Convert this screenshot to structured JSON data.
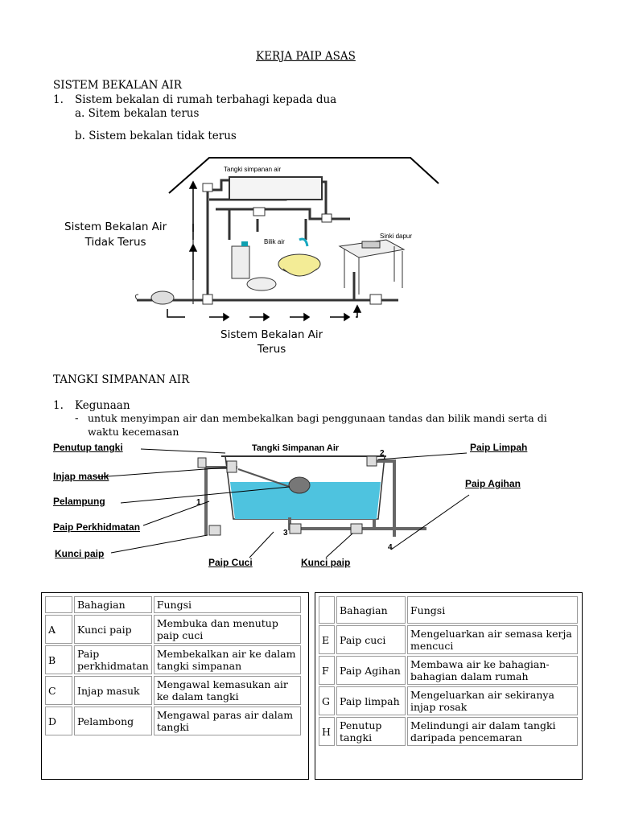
{
  "title": "KERJA PAIP ASAS",
  "section1": {
    "heading": "SISTEM BEKALAN AIR",
    "item1_num": "1.",
    "item1": "Sistem bekalan di rumah terbahagi kepada dua",
    "a": "a.  Sitem bekalan terus",
    "b": "b.  Sistem bekalan tidak terus"
  },
  "diagram1": {
    "tank_label": "Tangki simpanan air",
    "bathroom_label": "Bilik air",
    "sink_label": "Sinki dapur",
    "indirect_line1": "Sistem Bekalan Air",
    "indirect_line2": "Tidak Terus",
    "direct_line1": "Sistem Bekalan Air",
    "direct_line2": "Terus"
  },
  "section2": {
    "heading": "TANGKI SIMPANAN AIR",
    "item1_num": "1.",
    "item1": "Kegunaan",
    "dash": "-",
    "desc_line1": "untuk menyimpan air dan membekalkan bagi penggunaan tandas dan bilik mandi serta di",
    "desc_line2": "waktu kecemasan"
  },
  "diagram2": {
    "title": "Tangki Simpanan Air",
    "penutup": "Penutup tangki",
    "injap": "Injap masuk",
    "pelampung": "Pelampung",
    "perkhidmatan": "Paip Perkhidmatan",
    "kunci_left": "Kunci paip",
    "cuci": "Paip Cuci",
    "kunci_bottom": "Kunci paip",
    "limpah": "Paip Limpah",
    "agihan": "Paip Agihan",
    "n1": "1",
    "n2": "2",
    "n3": "3",
    "n4": "4"
  },
  "table_left": {
    "header": [
      "",
      "Bahagian",
      "Fungsi"
    ],
    "rows": [
      [
        "A",
        "Kunci paip",
        "Membuka dan menutup paip cuci"
      ],
      [
        "B",
        "Paip perkhidmatan",
        "Membekalkan air ke dalam tangki simpanan"
      ],
      [
        "C",
        "Injap masuk",
        "Mengawal kemasukan air ke dalam tangki"
      ],
      [
        "D",
        "Pelambong",
        "Mengawal paras air dalam tangki"
      ]
    ]
  },
  "table_right": {
    "header": [
      "",
      "Bahagian",
      "Fungsi"
    ],
    "rows": [
      [
        "E",
        "Paip cuci",
        "Mengeluarkan air semasa kerja mencuci"
      ],
      [
        "F",
        "Paip Agihan",
        "Membawa air ke bahagian-bahagian dalam rumah"
      ],
      [
        "G",
        "Paip limpah",
        "Mengeluarkan air sekiranya injap rosak"
      ],
      [
        "H",
        "Penutup tangki",
        "Melindungi air dalam tangki daripada pencemaran"
      ]
    ]
  }
}
